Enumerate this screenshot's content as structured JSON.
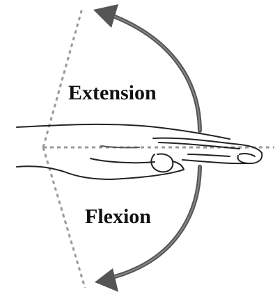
{
  "labels": {
    "extension": "Extension",
    "flexion": "Flexion"
  },
  "colors": {
    "line": "#222222",
    "arrow": "#555555",
    "dotted": "#9a9a9a",
    "background": "#ffffff"
  },
  "icons": {
    "extension_arrow": "curved-arrow-up-left-icon",
    "flexion_arrow": "curved-arrow-down-left-icon",
    "hand": "hand-illustration"
  }
}
